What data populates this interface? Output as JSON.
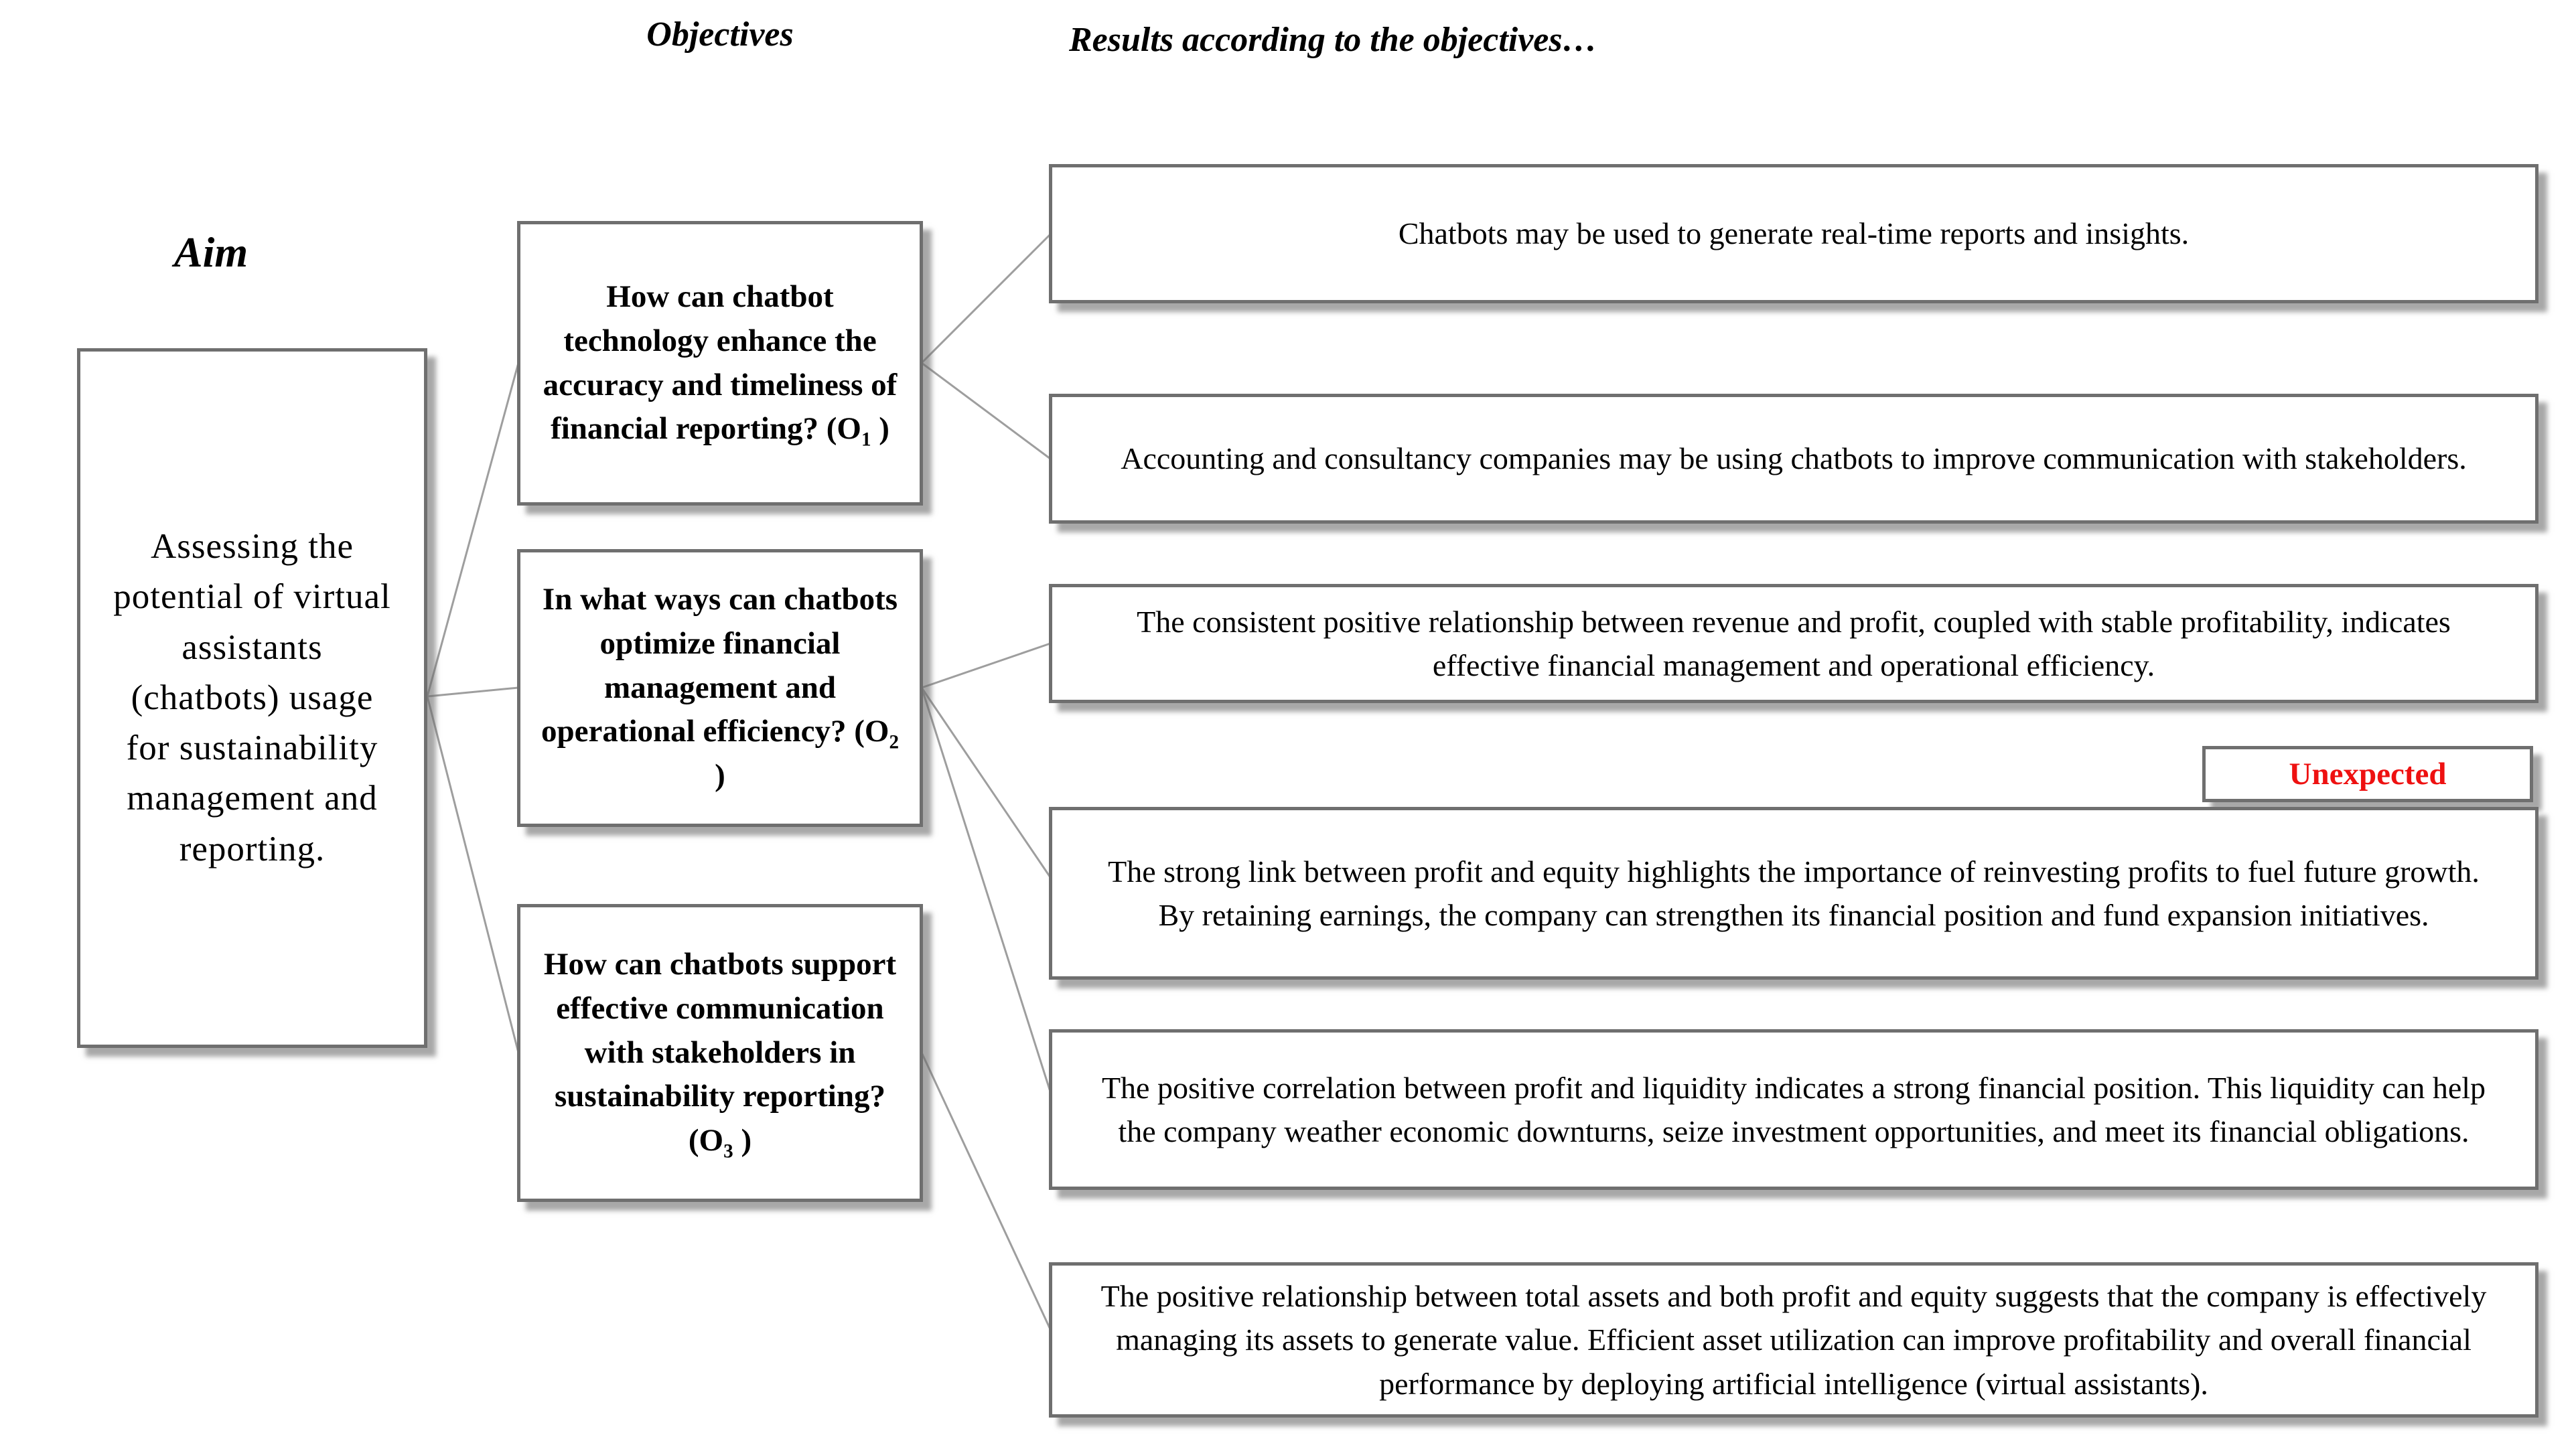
{
  "headers": {
    "aim": "Aim",
    "objectives": "Objectives",
    "results": "Results according to the objectives…"
  },
  "aim_box": {
    "text": "Assessing the potential of virtual assistants (chatbots) usage for sustainability management and reporting."
  },
  "objectives": [
    {
      "text": "How can chatbot technology enhance the accuracy and timeliness of financial reporting? (O",
      "sub": "1",
      "suffix": " )"
    },
    {
      "text": "In what ways can chatbots optimize financial management and operational efficiency? (O",
      "sub": "2",
      "suffix": " )"
    },
    {
      "text": "How can chatbots support effective communication with stakeholders in sustainability reporting? (O",
      "sub": "3",
      "suffix": " )"
    }
  ],
  "results": [
    {
      "text": "Chatbots may be used to generate real-time reports and insights."
    },
    {
      "text": "Accounting and consultancy companies may be using chatbots to improve communication with stakeholders."
    },
    {
      "text": "The consistent positive relationship between revenue and profit, coupled with stable profitability, indicates effective financial management and operational efficiency."
    },
    {
      "text": "The strong link between profit and equity highlights the importance of reinvesting profits to fuel future growth. By retaining earnings, the company can strengthen its financial position and fund expansion initiatives."
    },
    {
      "text": "The positive correlation between profit and liquidity indicates a strong financial position. This liquidity can help the company weather economic downturns, seize investment opportunities, and meet its financial obligations."
    },
    {
      "text": "The positive relationship between total assets and both profit and equity suggests that the company is effectively managing its assets to generate value. Efficient asset utilization can improve profitability and overall financial performance by deploying artificial intelligence (virtual assistants)."
    }
  ],
  "unexpected_label": "Unexpected",
  "colors": {
    "box_border": "#6f6f6f",
    "connector": "#9e9e9e",
    "unexpected_text": "#ee1111"
  }
}
